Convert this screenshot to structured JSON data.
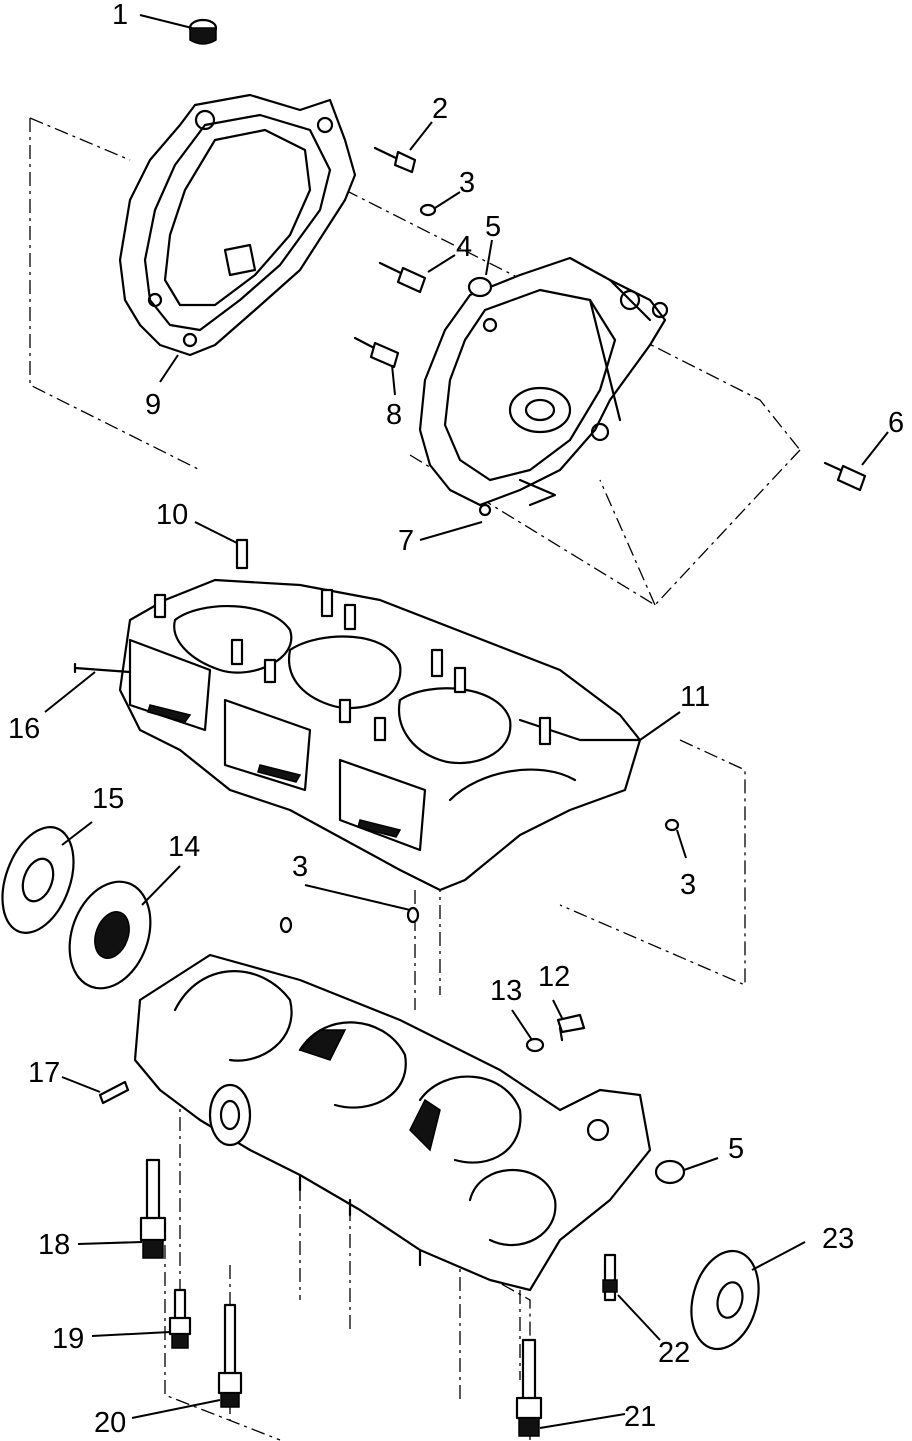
{
  "callouts": [
    {
      "id": "c1",
      "label": "1"
    },
    {
      "id": "c2",
      "label": "2"
    },
    {
      "id": "c3a",
      "label": "3"
    },
    {
      "id": "c4",
      "label": "4"
    },
    {
      "id": "c5a",
      "label": "5"
    },
    {
      "id": "c6",
      "label": "6"
    },
    {
      "id": "c7",
      "label": "7"
    },
    {
      "id": "c8",
      "label": "8"
    },
    {
      "id": "c9",
      "label": "9"
    },
    {
      "id": "c10",
      "label": "10"
    },
    {
      "id": "c11",
      "label": "11"
    },
    {
      "id": "c3b",
      "label": "3"
    },
    {
      "id": "c15",
      "label": "15"
    },
    {
      "id": "c14",
      "label": "14"
    },
    {
      "id": "c3c",
      "label": "3"
    },
    {
      "id": "c16",
      "label": "16"
    },
    {
      "id": "c13",
      "label": "13"
    },
    {
      "id": "c12",
      "label": "12"
    },
    {
      "id": "c17",
      "label": "17"
    },
    {
      "id": "c5b",
      "label": "5"
    },
    {
      "id": "c23",
      "label": "23"
    },
    {
      "id": "c18",
      "label": "18"
    },
    {
      "id": "c22",
      "label": "22"
    },
    {
      "id": "c19",
      "label": "19"
    },
    {
      "id": "c20",
      "label": "20"
    },
    {
      "id": "c21",
      "label": "21"
    }
  ]
}
